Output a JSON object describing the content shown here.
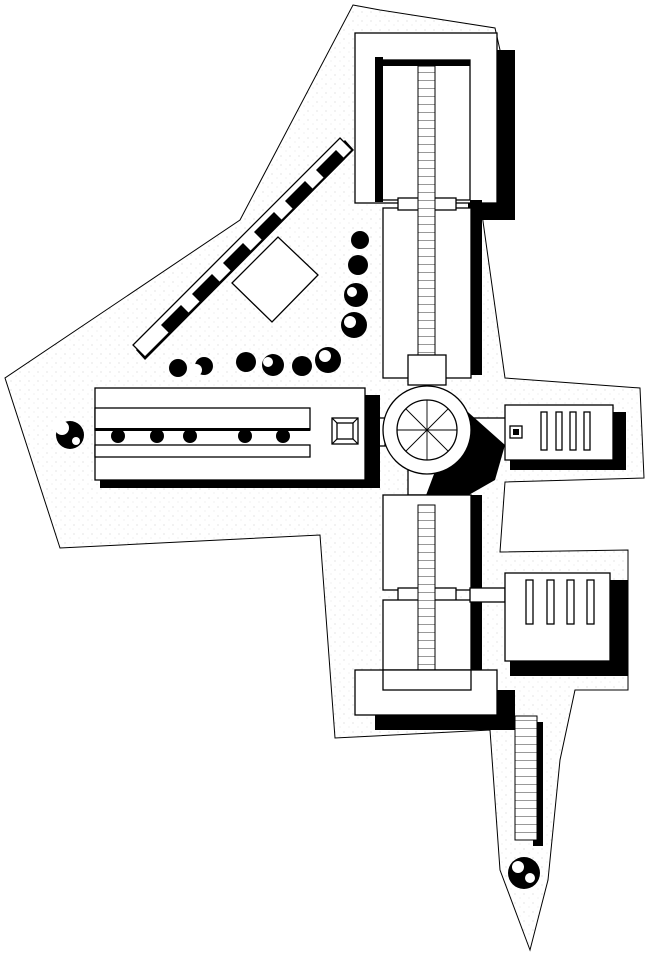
{
  "drawing": {
    "type": "architectural-site-plan",
    "text_labels": [],
    "colors": {
      "ink": "#000000",
      "paper": "#ffffff",
      "stipple": "#000000"
    },
    "elements": [
      "site-boundary",
      "north-wing",
      "west-wing",
      "east-wing-upper",
      "east-wing-lower",
      "central-rotunda",
      "diagonal-colonnade",
      "south-gallery",
      "tree-groups"
    ]
  }
}
